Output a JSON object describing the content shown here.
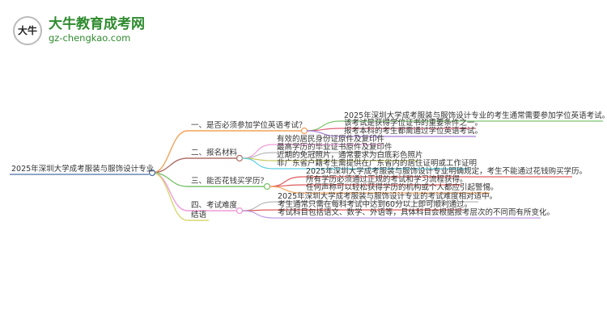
{
  "logo": {
    "mark": "大牛",
    "title": "大牛教育成考网",
    "url": "gz-chengkao.com"
  },
  "root": "2025年深圳大学成考服装与服饰设计专业",
  "branches": [
    {
      "label": "一、是否必须参加学位英语考试？",
      "color": "#f4a259",
      "children": [
        {
          "text": "2025年深圳大学成考服装与服饰设计专业的考生通常需要参加学位英语考试。",
          "color": "#7cc36e"
        },
        {
          "text": "该考试是获得学位证书的重要条件之一。",
          "color": "#e0607a"
        },
        {
          "text": "报考本科的考生都需通过学位英语考试。",
          "color": "#a27ad6"
        }
      ]
    },
    {
      "label": "二、报名材料",
      "color": "#b0706a",
      "children": [
        {
          "text": "有效的居民身份证原件及复印件",
          "color": "#f09ad8"
        },
        {
          "text": "最高学历的毕业证书原件及复印件",
          "color": "#b8b8b8"
        },
        {
          "text": "近期的免冠照片，通常要求为白底彩色照片",
          "color": "#c8c860"
        },
        {
          "text": "非广东省户籍考生需提供在广东省内的居住证明或工作证明",
          "color": "#5ad0e0"
        }
      ]
    },
    {
      "label": "三、能否花钱买学历？",
      "color": "#7cc36e",
      "children": [
        {
          "text": "2025年深圳大学成考服装与服饰设计专业明确规定，考生不能通过花钱购买学历。",
          "color": "#e05a5a"
        },
        {
          "text": "所有学历必须通过正规的考试和学习流程获得。",
          "color": "#e05a5a"
        },
        {
          "text": "任何声称可以轻松获得学历的机构或个人都应引起警惕。",
          "color": "#f4a259"
        }
      ]
    },
    {
      "label": "四、考试难度",
      "color": "#f09ad8",
      "children": [
        {
          "text": "2025年深圳大学成考服装与服饰设计专业的考试难度相对适中。",
          "color": "#b8b8b8"
        },
        {
          "text": "考生通常只需在每科考试中达到60分以上即可顺利通过。",
          "color": "#e05a5a"
        },
        {
          "text": "考试科目包括语文、数学、外语等，具体科目会根据报考层次的不同而有所变化。",
          "color": "#c09ae0"
        }
      ]
    },
    {
      "label": "结语",
      "color": "#d8d870",
      "children": []
    }
  ]
}
